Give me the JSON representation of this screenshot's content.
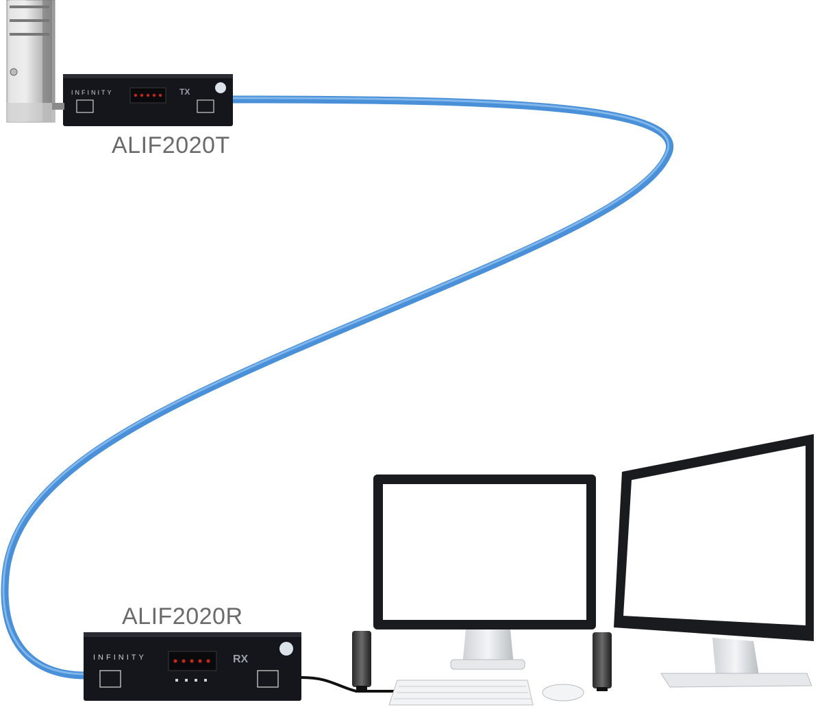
{
  "transmitter": {
    "model": "ALIF2020T",
    "brand": "INFINITY",
    "badge": "TX"
  },
  "receiver": {
    "model": "ALIF2020R",
    "brand": "INFINITY",
    "badge": "RX"
  },
  "colors": {
    "cable": "#4a90d9",
    "cable_highlight": "#8fc0ef",
    "unit_body": "#15161b",
    "label_text": "#6a6a6a",
    "led_red": "#c0281c"
  }
}
